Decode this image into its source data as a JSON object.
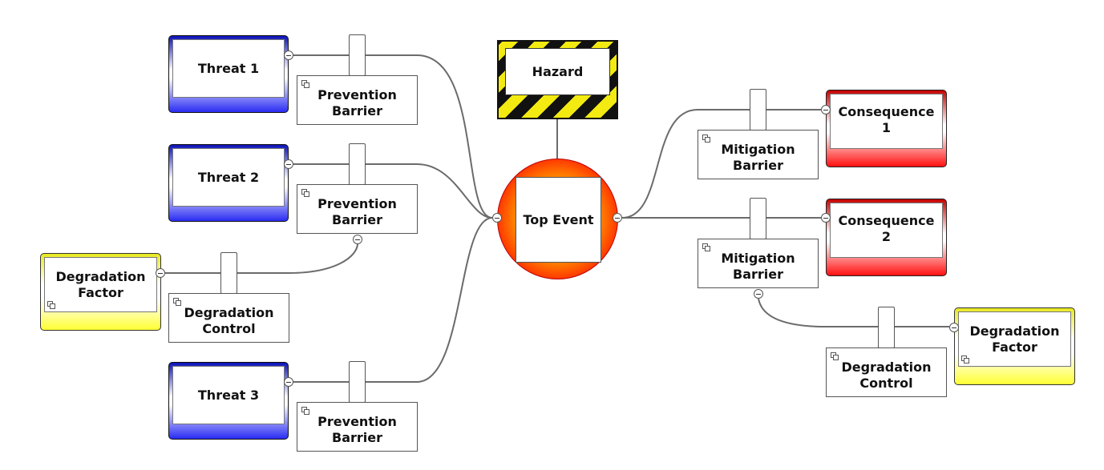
{
  "hazard": "Hazard",
  "top_event": "Top Event",
  "threats": [
    {
      "line1": "Threat 1",
      "line2": ""
    },
    {
      "line1": "Threat 2",
      "line2": ""
    },
    {
      "line1": "Threat 3",
      "line2": ""
    }
  ],
  "consequences": [
    {
      "line1": "Consequence",
      "line2": "1"
    },
    {
      "line1": "Consequence",
      "line2": "2"
    }
  ],
  "prevention_barrier": {
    "line1": "Prevention",
    "line2": "Barrier"
  },
  "mitigation_barrier": {
    "line1": "Mitigation",
    "line2": "Barrier"
  },
  "degradation_factor": {
    "line1": "Degradation",
    "line2": "Factor"
  },
  "degradation_control": {
    "line1": "Degradation",
    "line2": "Control"
  },
  "colors": {
    "threat": "#1f1fe0",
    "consequence": "#ee0000",
    "factor": "#f4f41c",
    "hazard_stripe": "#f2ea10",
    "line": "#6b6b6b"
  }
}
